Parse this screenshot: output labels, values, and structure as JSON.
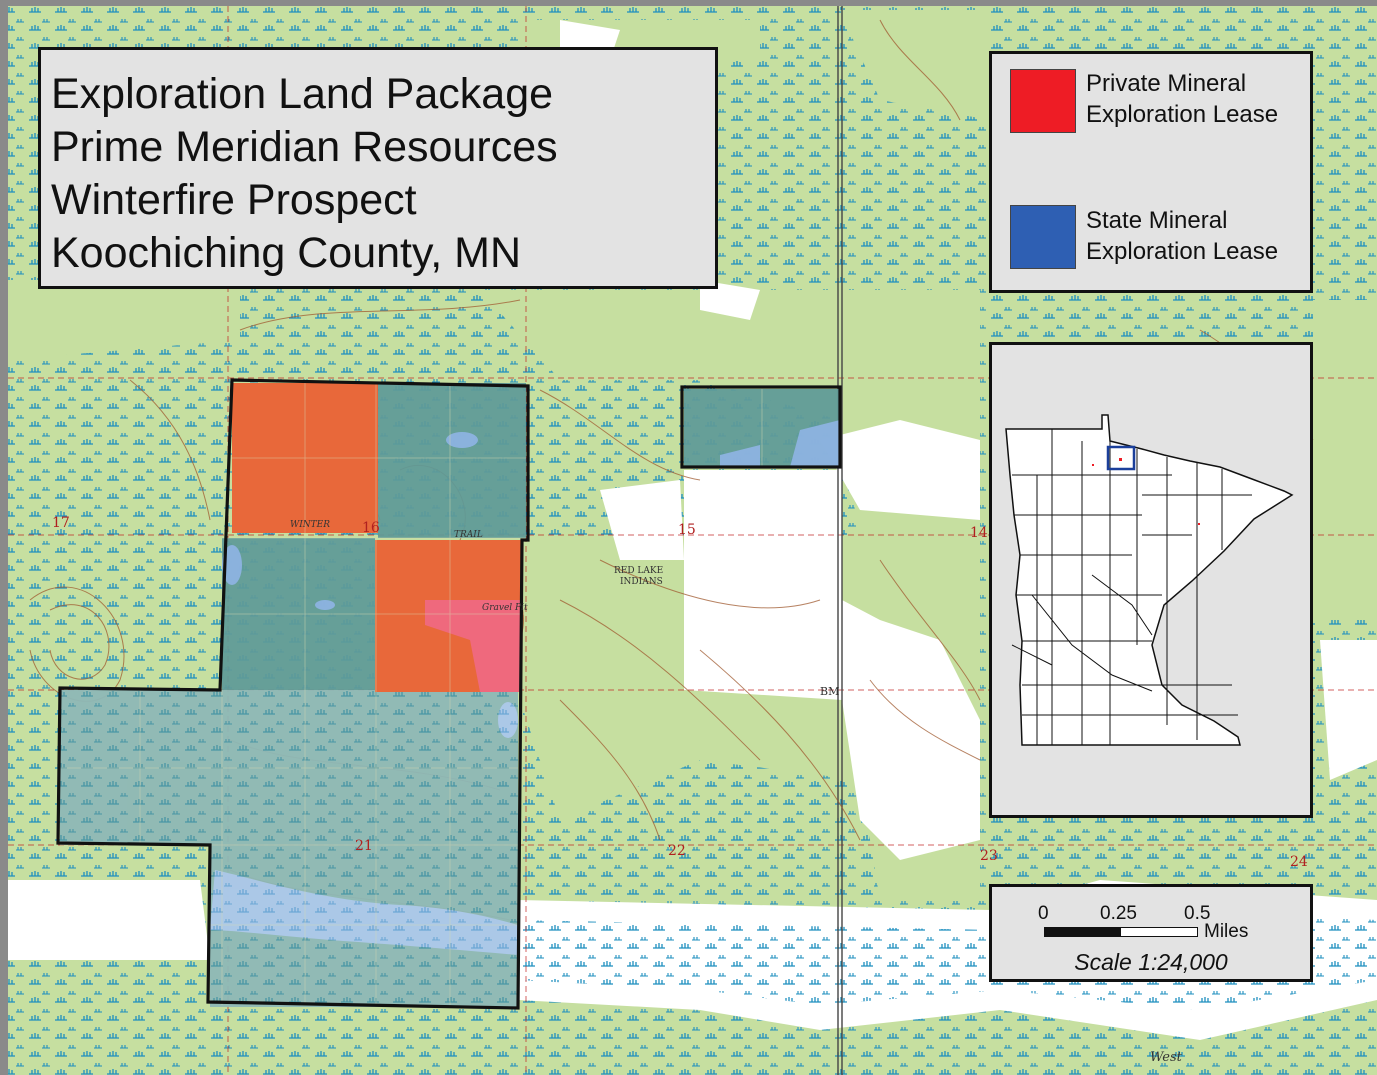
{
  "title": {
    "lines": [
      "Exploration Land Package",
      "Prime Meridian Resources",
      "Winterfire Prospect",
      "Koochiching County, MN"
    ]
  },
  "legend": {
    "items": [
      {
        "label_line1": "Private Mineral",
        "label_line2": "Exploration Lease",
        "color": "#ee1c25"
      },
      {
        "label_line1": "State Mineral",
        "label_line2": "Exploration Lease",
        "color": "#2e5fb3"
      }
    ]
  },
  "parcel_colors": {
    "private_fill": "#e8683a",
    "state_fill": "#5f9a98",
    "private_overlap": "#f06a8a"
  },
  "basemap_colors": {
    "forest": "#c6dfa0",
    "open": "#ffffff",
    "marsh": "#1e8fbf",
    "contour": "#a05a30",
    "grid": "#c02020"
  },
  "scale_bar": {
    "ticks": [
      "0",
      "0.25",
      "0.5"
    ],
    "units": "Miles",
    "scale_text": "Scale 1:24,000"
  },
  "map_labels": {
    "section_15": "15",
    "section_16": "16",
    "section_17": "17",
    "section_14": "14",
    "section_21": "21",
    "section_22": "22",
    "section_23": "23",
    "section_24": "24",
    "winter": "WINTER",
    "trail": "TRAIL",
    "gravel_pit": "Gravel Pit",
    "red_lake": "RED LAKE",
    "indians": "INDIANS",
    "bm": "BM",
    "west": "West"
  }
}
